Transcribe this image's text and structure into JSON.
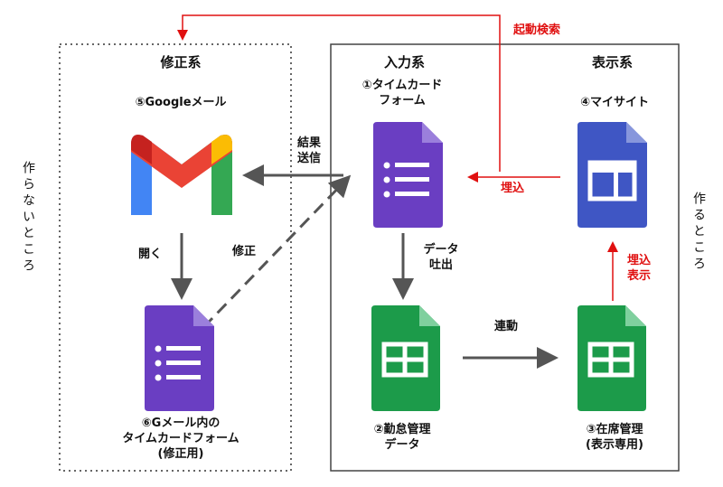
{
  "groups": {
    "fix": "修正系",
    "input": "入力系",
    "display": "表示系"
  },
  "side_labels": {
    "left": "作らないところ",
    "right": "作るところ"
  },
  "nodes": {
    "gmail": "⑤Googleメール",
    "form": "①タイムカード\nフォーム",
    "site": "④マイサイト",
    "sheet_data": "②勤怠管理\nデータ",
    "sheet_display": "③在席管理\n(表示専用)",
    "form_fix": "⑥Gメール内の\nタイムカードフォーム\n(修正用)"
  },
  "edges": {
    "startup_search": "起動検索",
    "result_send": "結果\n送信",
    "open": "開く",
    "fix": "修正",
    "data_output": "データ\n吐出",
    "embed": "埋込",
    "embed_display": "埋込\n表示",
    "link": "連動"
  },
  "colors": {
    "form_purple": "#6a3ec2",
    "sheet_green": "#1c9b4a",
    "site_blue": "#3f56c4",
    "arrow_gray": "#555555",
    "arrow_red": "#e01010"
  }
}
